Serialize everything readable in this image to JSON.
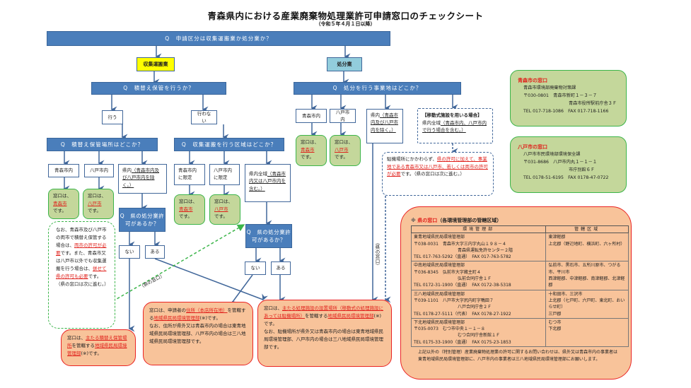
{
  "title": "青森県内における産業廃棄物処理業許可申請窓口のチェックシート",
  "subtitle": "（令和５年４月１日以降）",
  "q_main": "Q　申請区分は収集運搬業か処分業か？",
  "categories": {
    "collect": "収集運搬業",
    "dispose": "処分業"
  },
  "collect": {
    "q_storage": "Q　積替え保管を行うか？",
    "yes": "行う",
    "no": "行わない",
    "q_storage_place": "Q　積替え保管場所はどこか？",
    "q_area": "Q　収集運搬を行う区域はどこか？",
    "storage_options": {
      "aomori": "青森市内",
      "hachinohe": "八戸市内",
      "pref_prefix": "県内",
      "pref_underlined": "（青森市内及び八戸市内を除く。）"
    },
    "area_options": {
      "aomori": "青森市内に限定",
      "hachinohe": "八戸市内に限定",
      "pref_prefix": "県内全域",
      "pref_underlined": "（青森市内又は八戸市内を含む。）"
    },
    "q_pref_permit": "Q　県の処分業許可があるか？",
    "nai": "ない",
    "aru": "ある",
    "note": {
      "t1": "なお、青森市及び八戸市の両市で積替え保管する場合は、",
      "r1": "両市の許可が必要",
      "t2": "です。また、青森市又は八戸市以外でも収集運搬を行う場合は、",
      "r2": "併せて県の許可も必要",
      "t3": "です。（県の窓口は次に進む。）"
    },
    "pref_window_label": "（県の窓口）"
  },
  "window_city": {
    "prefix": "窓口は、",
    "aomori": "青森市",
    "hachinohe": "八戸市",
    "suffix": "です。"
  },
  "window_storage": {
    "t1": "窓口は、",
    "r1": "主たる積替え保管場所",
    "t2": "を管轄する",
    "r2": "地域県民局環境管理部",
    "t3": "(※)です。"
  },
  "window_address": {
    "t1": "窓口は、申請者の",
    "r1": "住所（本店所在地）",
    "t2": "を管轄する",
    "r2": "地域県民局環境管理部",
    "t3": "(※)です。",
    "t4": "なお、住所が県外又は青森市内の場合は東青地域県民局環境管理部、八戸市内の場合は三八地域県民局環境管理部です。"
  },
  "window_facility": {
    "t1": "窓口は、",
    "r1": "主たる処理施設の設置場所（移動式の処理施設にあっては駐機場所）",
    "t2": "を管轄する",
    "r2": "地域県民局環境管理部",
    "t3": "(※)です。",
    "t4": "なお、駐機場所が県外又は青森市内の場合は東青地域県民局環境管理部、八戸市内の場合は三八地域県民局環境管理部です。"
  },
  "dispose": {
    "q_site": "Q　処分を行う事業地はどこか？",
    "aomori": "青森市内",
    "hachinohe": "八戸市内",
    "pref_prefix": "県内",
    "pref_underlined": "（青森市内及び八戸市内を除く。）",
    "mobile_head": "【移動式施設を用いる場合】",
    "mobile_prefix": "県内全域",
    "mobile_underlined": "（青森市内、八戸市内で行う場合を含む。）",
    "mobile_note": {
      "t1": "駐機場所にかかわらず、",
      "r1": "県の許可に加えて、事業地である青森市又は八戸市、若しくは両市の許可が必要",
      "t2": "です。（県の窓口は次に進む。）"
    },
    "pref_window_label": "（県の窓口）"
  },
  "office_aomori": {
    "heading": "青森市の窓口",
    "dept": "青森市環境部廃棄物対策課",
    "postal": "〒030-0801　青森市新町１－３－７",
    "bldg": "青森市役所駅前庁舎３Ｆ",
    "tel": "TEL 017-718-1086　FAX 017-718-1166"
  },
  "office_hachinohe": {
    "heading": "八戸市の窓口",
    "dept": "八戸市市民環境部環境保全課",
    "postal": "〒031-8686　八戸市内丸１－１－１",
    "bldg": "市庁別館６Ｆ",
    "tel": "TEL 0178-51-6195　FAX 0178-47-0722"
  },
  "pref_offices": {
    "mark": "※",
    "heading_red": "県の窓口",
    "heading_rest": "（各環境管理部の管轄区域）",
    "col_office": "環境管理部",
    "col_area": "管轄区域",
    "rows": [
      {
        "name": "東青地域県民局環境管理部",
        "postal": "〒038-0031　青森市大字三内字丸山１９８－４",
        "bldg": "青森県運転免許センター２階",
        "tel": "TEL 017-763-5292（直通）　FAX 017-763-5782",
        "area": "東津軽郡\n上北郡（野辺地町、横浜町、六ヶ所村）"
      },
      {
        "name": "中南地域県民局環境管理部",
        "postal": "〒036-8345　弘前市大字蔵主町４",
        "bldg": "弘前合同庁舎１Ｆ",
        "tel": "TEL 0172-31-1900（直通）　FAX 0172-38-5318",
        "area": "弘前市、黒石市、五所川原市、つがる市、平川市\n西津軽郡、中津軽郡、南津軽郡、北津軽郡"
      },
      {
        "name": "三八地域県民局環境管理部",
        "postal": "〒039-1101　八戸市大字尻内町字鴨田７",
        "bldg": "八戸合同庁舎２Ｆ",
        "tel": "TEL 0178-27-5111（代表）　FAX 0178-27-1922",
        "area": "十和田市、三沢市\n上北郡（七戸町、六戸町、東北町、おいらせ町）\n三戸郡"
      },
      {
        "name": "下北地域県民局環境管理部",
        "postal": "〒035-0073　むつ市中央１－１－８",
        "bldg": "むつ合同庁舎新館１Ｆ",
        "tel": "TEL 0175-33-1900（直通）　FAX 0175-23-1853",
        "area": "むつ市\n下北郡"
      }
    ],
    "note": "上記以外の（特別管理）産業廃棄物処理業の許可に関するお問い合わせは、県外又は青森市内の事業者は東青地域県民局環境管理部に、八戸市内の事業者は三八地域県民局環境管理部にお願いします。"
  }
}
